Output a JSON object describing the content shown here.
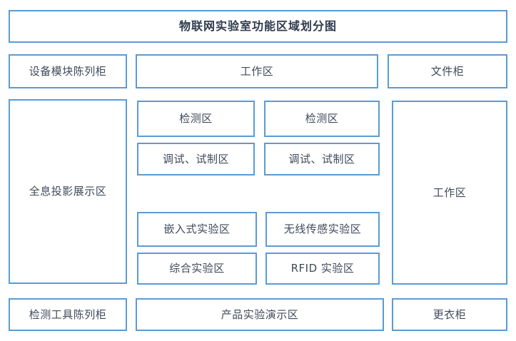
{
  "diagram": {
    "title": "物联网实验室功能区域划分图",
    "theme": {
      "border_color": "#5b9bd5",
      "text_color": "#3f4a5a",
      "title_text_color": "#2e3a4d",
      "background_color": "#ffffff"
    },
    "rows": {
      "top": [
        {
          "id": "cabinet-device",
          "label": "设备模块陈列柜"
        },
        {
          "id": "work-area-top",
          "label": "工作区"
        },
        {
          "id": "file-cabinet",
          "label": "文件柜"
        }
      ],
      "middle": {
        "left": {
          "id": "holo-area",
          "label": "全息投影展示区"
        },
        "center": [
          {
            "id": "test-area-1",
            "label": "检测区"
          },
          {
            "id": "test-area-2",
            "label": "检测区"
          },
          {
            "id": "debug-area-1",
            "label": "调试、试制区"
          },
          {
            "id": "debug-area-2",
            "label": "调试、试制区"
          },
          {
            "id": "embedded-area",
            "label": "嵌入式实验区"
          },
          {
            "id": "wireless-area",
            "label": "无线传感实验区"
          },
          {
            "id": "integrated-area",
            "label": "综合实验区"
          },
          {
            "id": "rfid-area",
            "label": "RFID 实验区"
          }
        ],
        "right": {
          "id": "work-area-right",
          "label": "工作区"
        }
      },
      "bottom": [
        {
          "id": "cabinet-tools",
          "label": "检测工具陈列柜"
        },
        {
          "id": "product-demo",
          "label": "产品实验演示区"
        },
        {
          "id": "locker",
          "label": "更衣柜"
        }
      ]
    }
  }
}
